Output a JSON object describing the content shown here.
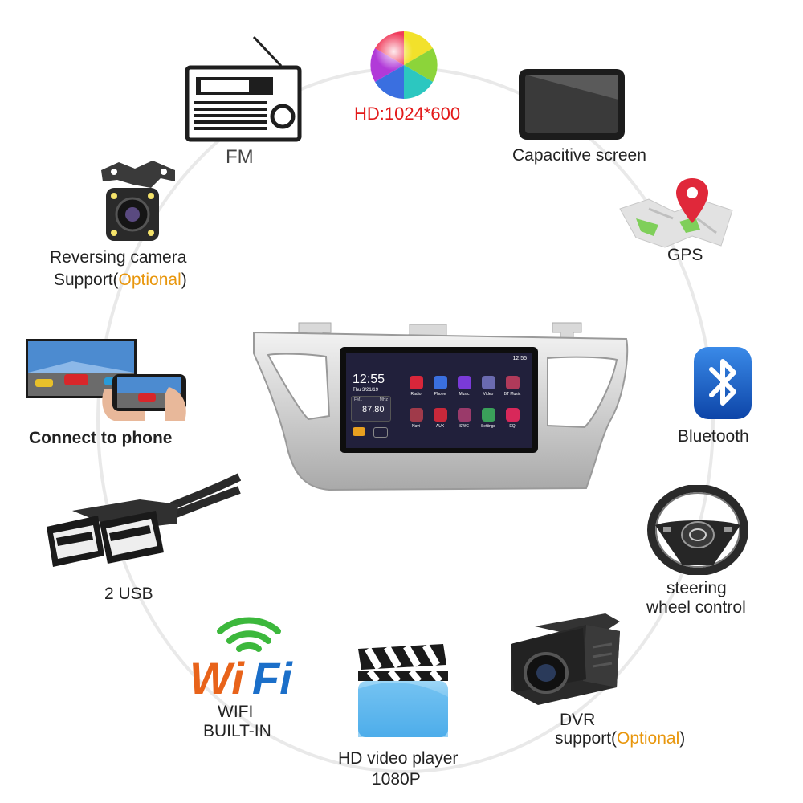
{
  "features": {
    "hd": "HD:1024*600",
    "fm": "FM",
    "capacitive": "Capacitive screen",
    "gps": "GPS",
    "reversing_line1": "Reversing camera",
    "reversing_line2_a": "Support(",
    "reversing_line2_opt": "Optional",
    "reversing_line2_b": ")",
    "phone": "Connect to phone",
    "bluetooth": "Bluetooth",
    "usb": "2 USB",
    "steering_line1": "steering",
    "steering_line2": "wheel control",
    "wifi_line1": "WIFI",
    "wifi_line2": "BUILT-IN",
    "wifi_logo": "WiFi",
    "video_line1": "HD video player",
    "video_line2": "1080P",
    "dvr_line1": "DVR",
    "dvr_line2_a": "support(",
    "dvr_line2_opt": "Optional",
    "dvr_line2_b": ")"
  },
  "device_screen": {
    "clock": "12:55",
    "date": "Thu 3/21/19",
    "status_time": "12:55",
    "radio_band": "FM1",
    "radio_unit": "MHz",
    "frequency": "87.80",
    "apps": [
      "Radio",
      "Phone",
      "Music",
      "Video",
      "BT Music",
      "Navi",
      "AUX",
      "SWC",
      "Settings",
      "EQ"
    ]
  },
  "colors": {
    "accent_optional": "#e8960c",
    "hd_text": "#e31a1a",
    "wifi_orange": "#e8631a",
    "wifi_blue": "#1b6fc9",
    "wifi_green": "#3cb83c",
    "bluetooth_blue": "#1a5fc8"
  }
}
